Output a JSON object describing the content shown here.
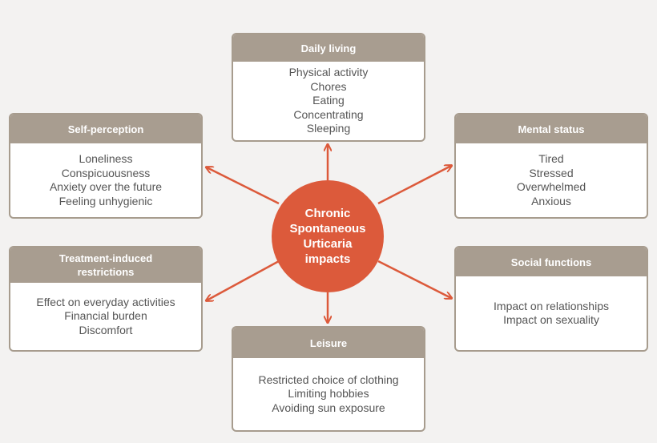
{
  "center": {
    "label": "Chronic\nSpontaneous\nUrticaria\nimpacts"
  },
  "colors": {
    "center": "#dc5a3b",
    "arrow": "#dc5a3b",
    "header": "#a89d90",
    "border": "#a79c8e",
    "item_text": "#555555"
  },
  "boxes": {
    "daily_living": {
      "title": "Daily living",
      "items": [
        "Physical activity",
        "Chores",
        "Eating",
        "Concentrating",
        "Sleeping"
      ]
    },
    "self_perception": {
      "title": "Self-perception",
      "items": [
        "Loneliness",
        "Conspicuousness",
        "Anxiety over the future",
        "Feeling unhygienic"
      ]
    },
    "mental_status": {
      "title": "Mental status",
      "items": [
        "Tired",
        "Stressed",
        "Overwhelmed",
        "Anxious"
      ]
    },
    "treatment_restrictions": {
      "title": "Treatment-induced restrictions",
      "items": [
        "Effect on everyday activities",
        "Financial burden",
        "Discomfort"
      ]
    },
    "social_functions": {
      "title": "Social functions",
      "items": [
        "Impact on relationships",
        "Impact on sexuality"
      ]
    },
    "leisure": {
      "title": "Leisure",
      "items": [
        "Restricted choice of clothing",
        "Limiting hobbies",
        "Avoiding sun exposure"
      ]
    }
  }
}
